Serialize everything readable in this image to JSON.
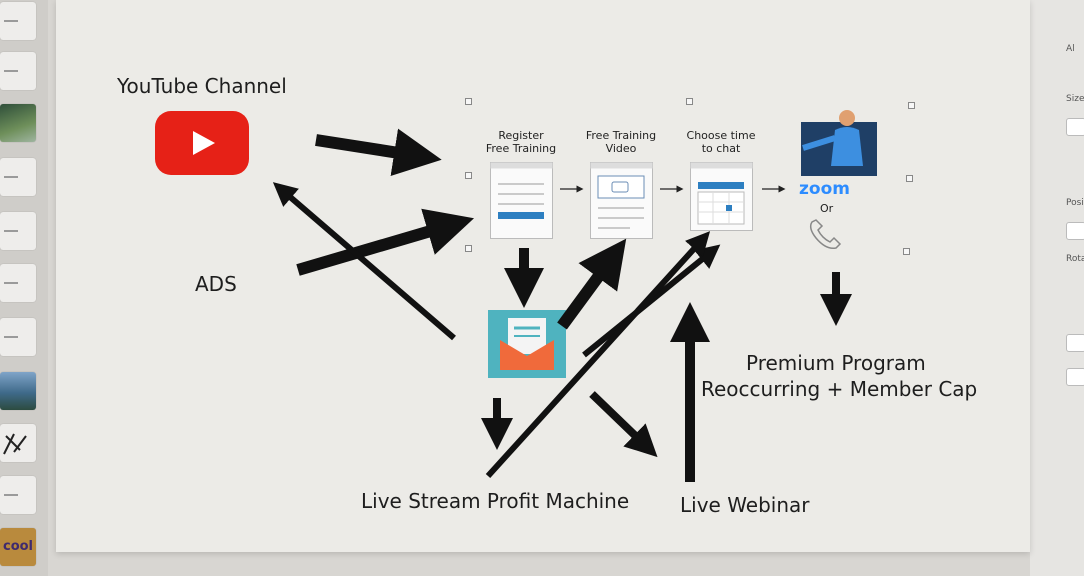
{
  "slide": {
    "youtube_label": "YouTube Channel",
    "ads_label": "ADS",
    "steps": [
      {
        "title_line1": "Register",
        "title_line2": "Free Training"
      },
      {
        "title_line1": "Free Training",
        "title_line2": "Video"
      },
      {
        "title_line1": "Choose time",
        "title_line2": "to chat"
      }
    ],
    "zoom_label": "zoom",
    "or_label": "Or",
    "premium_line1": "Premium Program",
    "premium_line2": "Reoccurring + Member Cap",
    "livestream_label": "Live Stream Profit Machine",
    "webinar_label": "Live Webinar"
  },
  "inspector": {
    "field1": "Al",
    "size": "Size",
    "position": "Posit",
    "rotate": "Rotat"
  },
  "thumbnails": {
    "word_thumb": "cool"
  },
  "colors": {
    "youtube_red": "#e62117",
    "zoom_blue": "#2d8cff",
    "email_teal": "#4fb3bf",
    "email_orange": "#f06a3b",
    "arrow": "#111111"
  }
}
